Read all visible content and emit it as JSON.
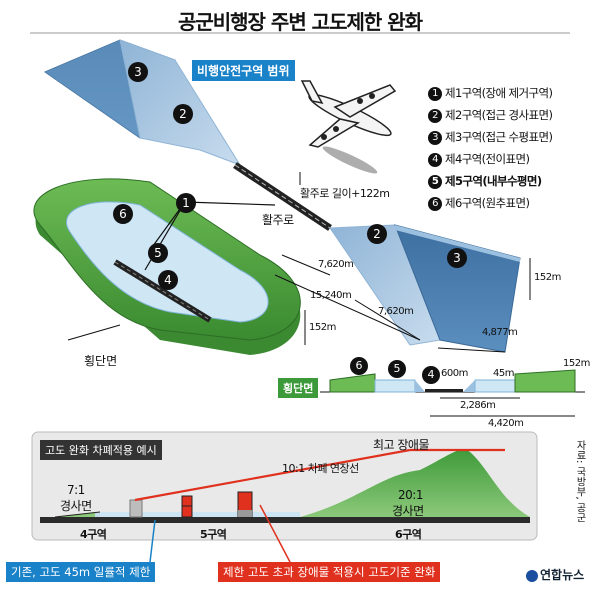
{
  "title": "공군비행장 주변 고도제한 완화",
  "safety_zone_label": "비행안전구역 범위",
  "legend": [
    {
      "num": "1",
      "text": "제1구역(장애 제거구역)",
      "bold": false
    },
    {
      "num": "2",
      "text": "제2구역(접근 경사표면)",
      "bold": false
    },
    {
      "num": "3",
      "text": "제3구역(접근 수평표면)",
      "bold": false
    },
    {
      "num": "4",
      "text": "제4구역(전이표면)",
      "bold": false
    },
    {
      "num": "5",
      "text": "제5구역(내부수평면)",
      "bold": true
    },
    {
      "num": "6",
      "text": "제6구역(원추표면)",
      "bold": false
    }
  ],
  "runway": {
    "label": "활주로",
    "length_label": "활주로 길이+122m"
  },
  "dimensions": {
    "d7620a": "7,620m",
    "d15240": "15,240m",
    "d7620b": "7,620m",
    "d4877": "4,877m",
    "h152a": "152m",
    "h152b": "152m"
  },
  "markers": {
    "m1": "1",
    "m2a": "2",
    "m3a": "3",
    "m4": "4",
    "m5": "5",
    "m6": "6",
    "m2b": "2",
    "m3b": "3"
  },
  "cross_section": {
    "title": "횡단면",
    "tag": "횡단면",
    "m6": "6",
    "m5": "5",
    "m4": "4",
    "d600": "600m",
    "d45": "45m",
    "d152": "152m",
    "d2286": "2,286m",
    "d4420": "4,420m"
  },
  "bottom_chart": {
    "title": "고도 완화 차폐적용 예시",
    "slope_71": "7:1",
    "slope_71_sub": "경사면",
    "slope_201": "20:1",
    "slope_201_sub": "경사면",
    "extension_line": "10:1 차폐 연장선",
    "highest_obstacle": "최고 장애물",
    "zones": [
      "4구역",
      "5구역",
      "6구역"
    ],
    "note_blue": "기존, 고도 45m 일률적 제한",
    "note_red": "제한 고도 초과 장애물 적용시 고도기준 완화"
  },
  "source": "자료: 국방부, 공군",
  "logo": "연합뉴스",
  "colors": {
    "blue_zone": "#5b8fbf",
    "green_zone": "#4a9a3e",
    "tag_blue": "#1a82c8",
    "tag_green": "#3d9a3a",
    "red": "#e0301e"
  }
}
